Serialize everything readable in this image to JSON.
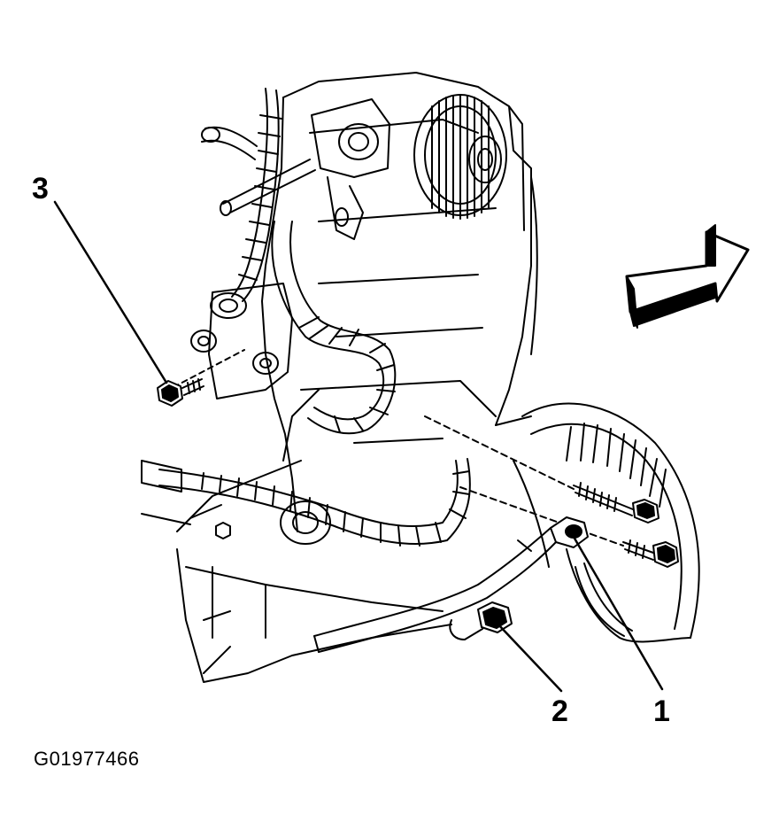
{
  "callouts": [
    {
      "label": "3"
    },
    {
      "label": "2"
    },
    {
      "label": "1"
    }
  ],
  "figure_id": "G01977466",
  "icons": {
    "direction_arrow": "front-direction-arrow-icon"
  }
}
